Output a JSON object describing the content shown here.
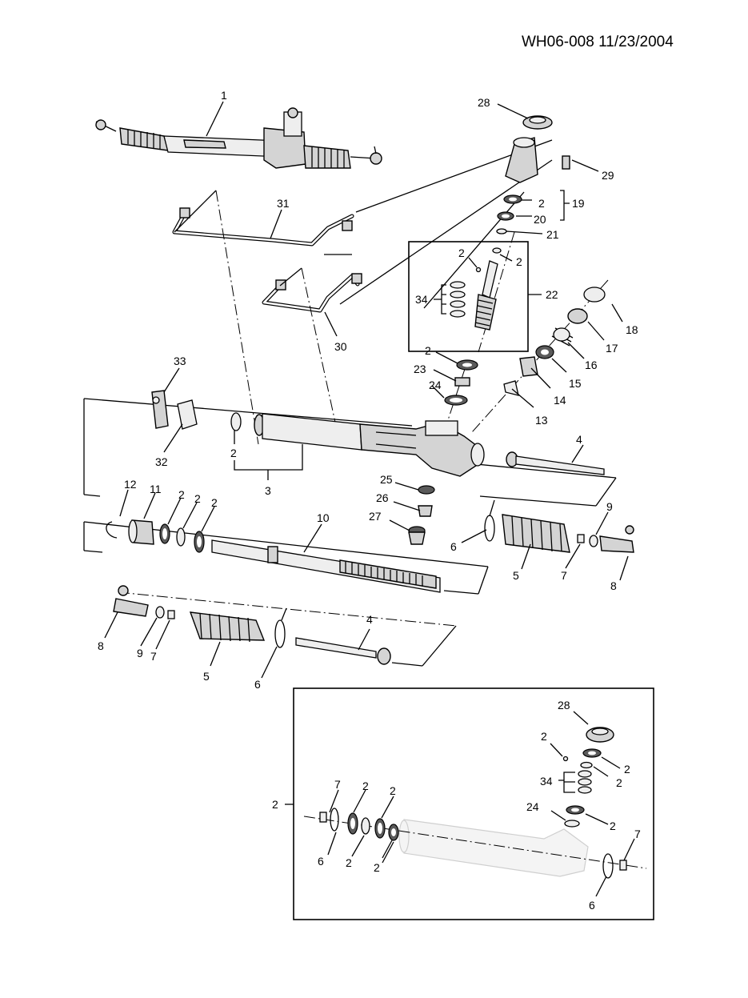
{
  "header": {
    "code": "WH06-008 11/23/2004"
  },
  "callouts": {
    "c1": "1",
    "c28a": "28",
    "c29": "29",
    "c2_19": "2",
    "c19": "19",
    "c20": "20",
    "c21": "21",
    "c31": "31",
    "c2_22a": "2",
    "c2_22b": "2",
    "c34a": "34",
    "c22": "22",
    "c18": "18",
    "c17": "17",
    "c30": "30",
    "c16": "16",
    "c2_23": "2",
    "c23": "23",
    "c24a": "24",
    "c15": "15",
    "c14": "14",
    "c13": "13",
    "c33": "33",
    "c32": "32",
    "c2_3": "2",
    "c3": "3",
    "c4a": "4",
    "c25": "25",
    "c26": "26",
    "c27": "27",
    "c12": "12",
    "c11": "11",
    "c2_a": "2",
    "c2_b": "2",
    "c2_c": "2",
    "c10": "10",
    "c9a": "9",
    "c6a": "6",
    "c5a": "5",
    "c7a": "7",
    "c8a": "8",
    "c8b": "8",
    "c9b": "9",
    "c7b": "7",
    "c5b": "5",
    "c6b": "6",
    "c4b": "4",
    "c28b": "28",
    "c2_i1": "2",
    "c2_i2": "2",
    "c2_i3": "2",
    "c34b": "34",
    "c24b": "24",
    "c2_i4": "2",
    "c2_box": "2",
    "c7c": "7",
    "c2_i5": "2",
    "c2_i6": "2",
    "c6c": "6",
    "c2_i7": "2",
    "c2_i8": "2",
    "c7d": "7",
    "c6d": "6"
  }
}
